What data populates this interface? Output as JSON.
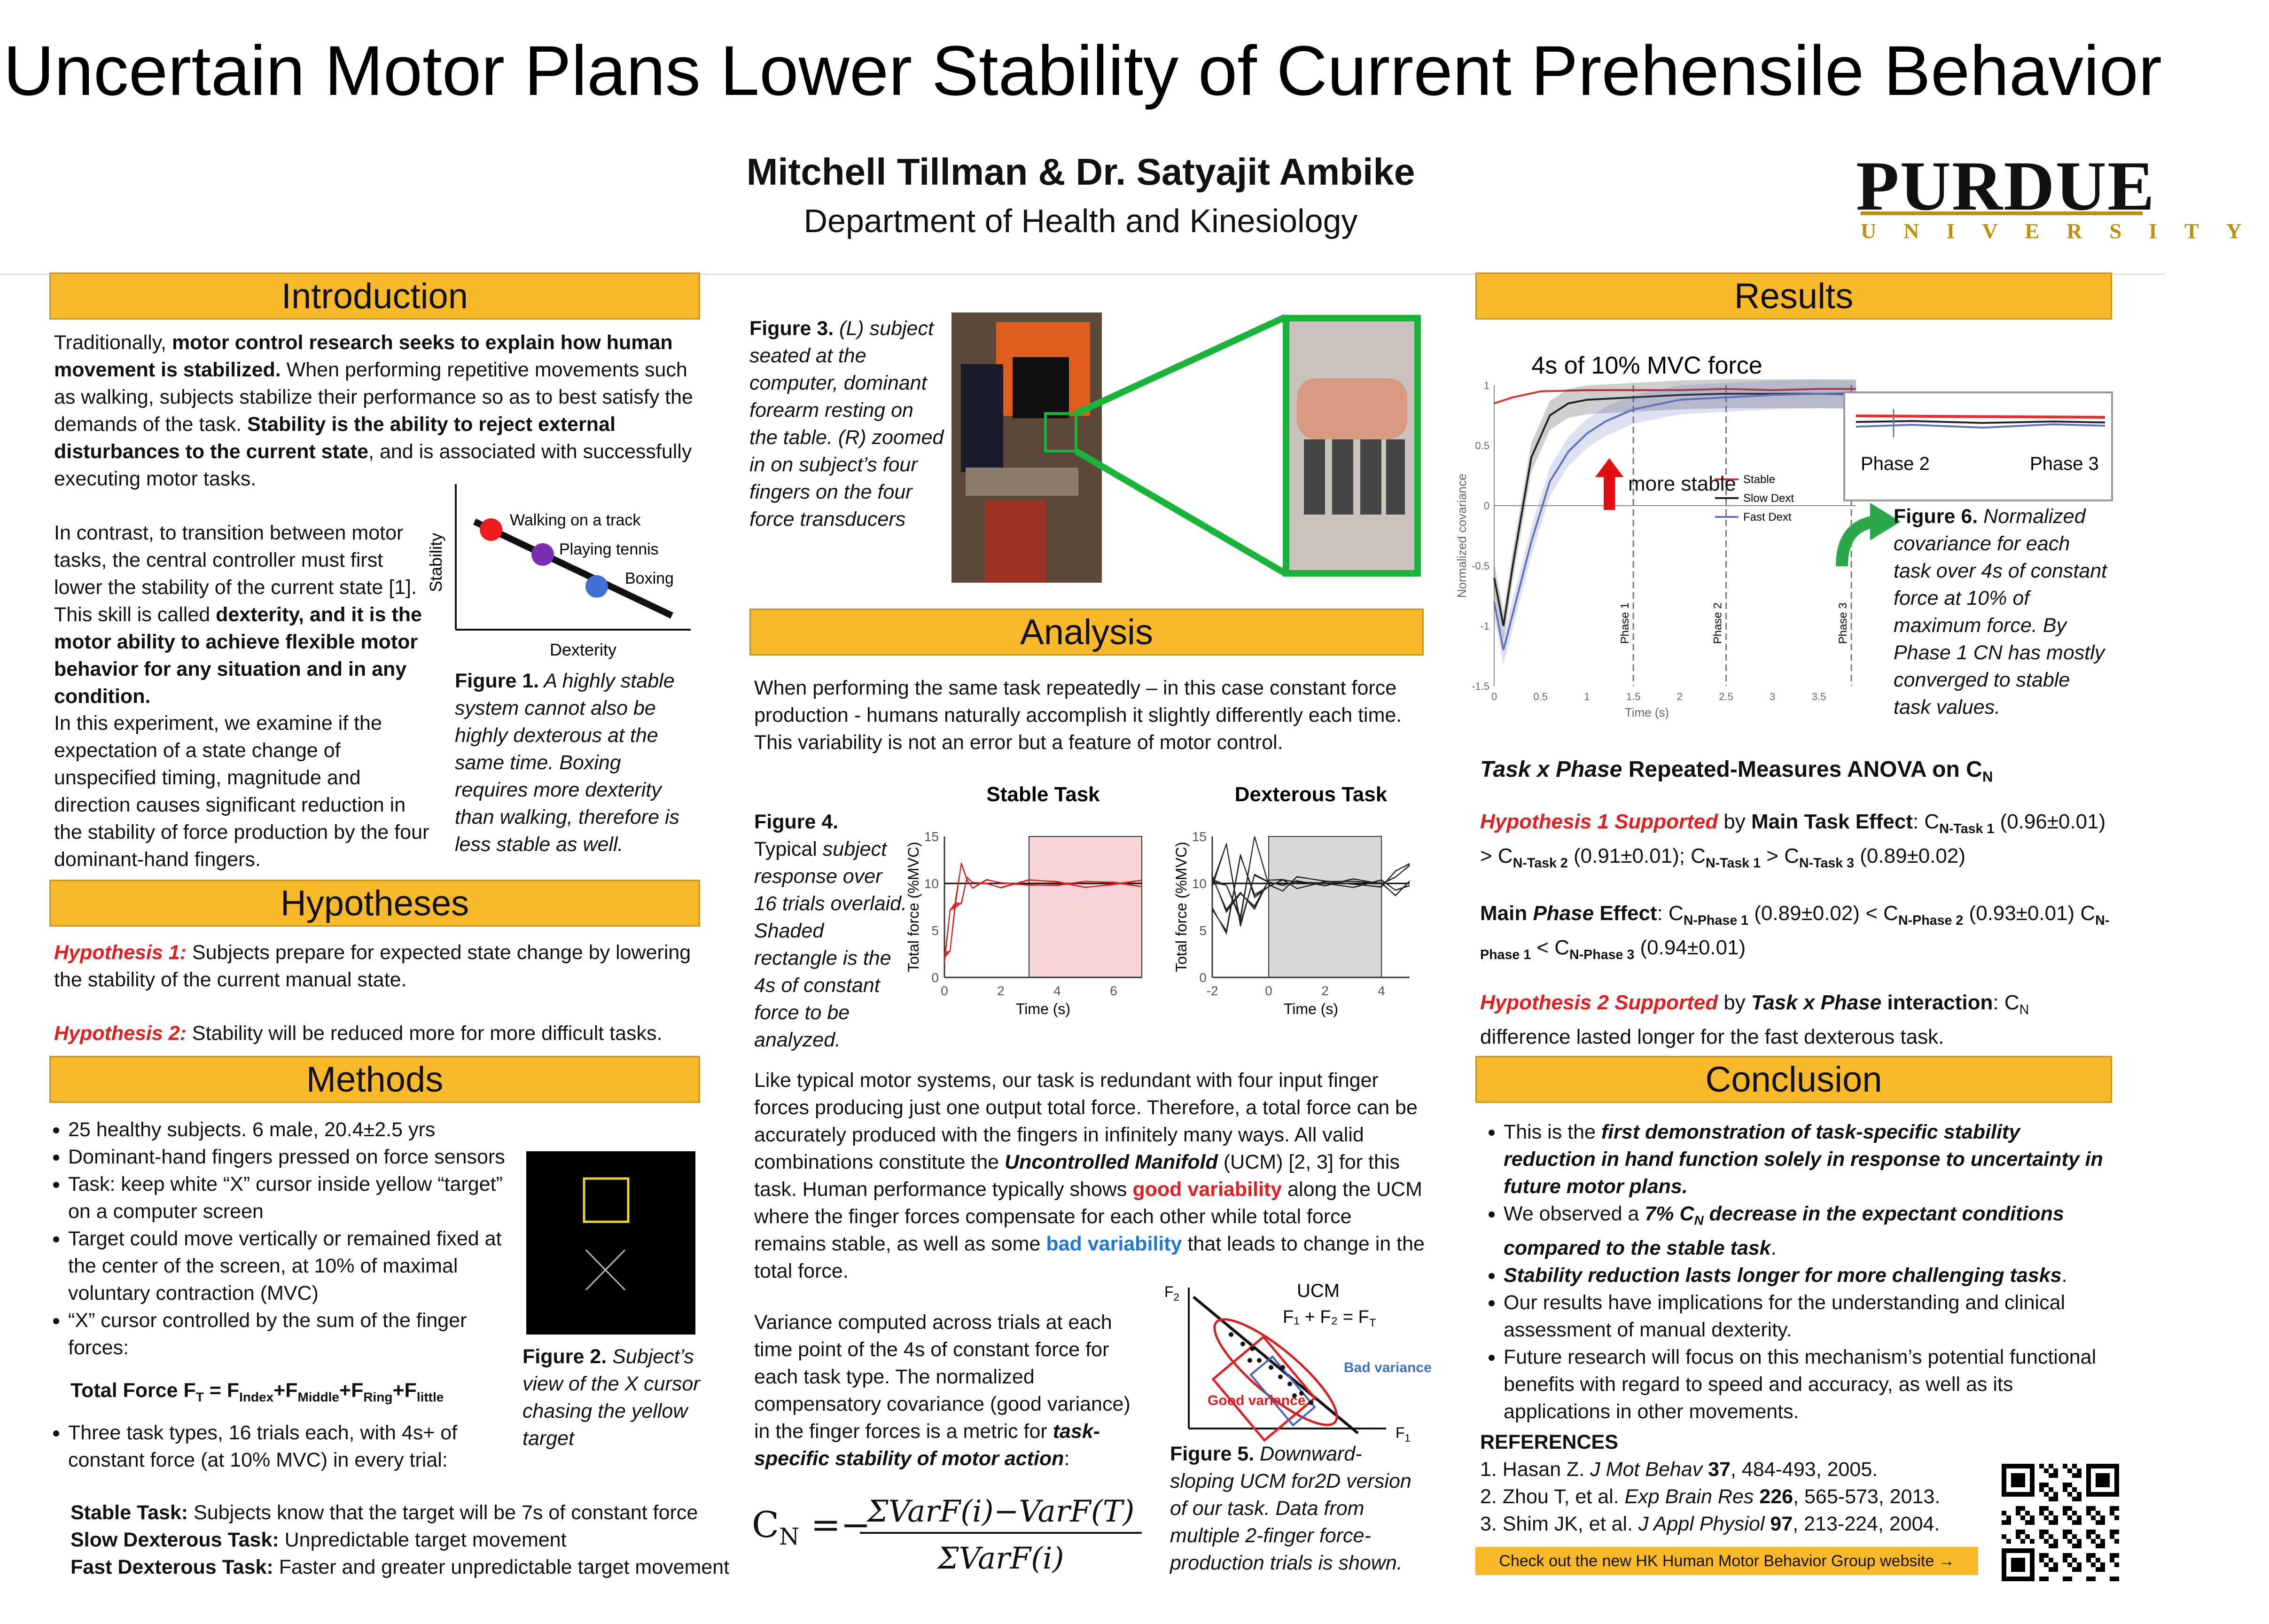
{
  "header": {
    "title": "Uncertain Motor Plans Lower Stability of Current Prehensile Behavior",
    "authors": "Mitchell Tillman & Dr. Satyajit Ambike",
    "department": "Department of Health and Kinesiology",
    "logo_main": "PURDUE",
    "logo_sub": "UNIVERSITY"
  },
  "sections": {
    "introduction": "Introduction",
    "hypotheses": "Hypotheses",
    "methods": "Methods",
    "analysis": "Analysis",
    "results": "Results",
    "conclusion": "Conclusion"
  },
  "intro": {
    "p1_a": "Traditionally, ",
    "p1_b": "motor control research seeks to explain how human movement is stabilized.",
    "p1_c": " When performing repetitive movements such as walking, subjects stabilize their performance so as to best satisfy the demands of the task. ",
    "p1_d": "Stability is the ability to reject external disturbances to the current state",
    "p1_e": ", and is associated with successfully executing motor tasks.",
    "p2_a": "In contrast, to transition between motor tasks, the central controller must first lower the stability of the current state [1]. This skill is called ",
    "p2_b": "dexterity, and it is the motor ability to achieve flexible motor behavior for any situation and in any condition.",
    "p3": "In this experiment, we examine if the expectation of a state change of unspecified timing, magnitude and direction causes significant reduction in the stability of force production by the four dominant-hand fingers.",
    "fig1_label": "Figure 1.",
    "fig1_text": " A highly stable system cannot also be highly dexterous at the same time. Boxing requires more dexterity than walking, therefore is less stable as well.",
    "fig1": {
      "ylabel": "Stability",
      "xlabel": "Dexterity",
      "points": [
        "Walking on a track",
        "Playing tennis",
        "Boxing"
      ],
      "colors": [
        "#ee1c1c",
        "#7a2fb5",
        "#3f6fd1"
      ]
    }
  },
  "hypotheses": {
    "h1_label": "Hypothesis 1:",
    "h1_text": " Subjects prepare for expected state change by lowering the stability of the current manual state.",
    "h2_label": "Hypothesis 2:",
    "h2_text": " Stability will be reduced more for more difficult tasks."
  },
  "methods": {
    "bullets": [
      "25 healthy subjects. 6 male, 20.4±2.5 yrs",
      "Dominant-hand fingers pressed on force sensors",
      "Task: keep white “X” cursor inside yellow “target” on a computer screen",
      "Target could move vertically or remained fixed at the center of the screen, at 10% of maximal voluntary contraction (MVC)",
      "“X” cursor controlled by the sum of the finger forces:"
    ],
    "total_force_label": "Total Force F",
    "total_force_sub_t": "T",
    "total_force_eq": " = F",
    "sub_index": "Index",
    "sub_middle": "Middle",
    "sub_ring": "Ring",
    "sub_little": "little",
    "plus": "+F",
    "bullet_last": "Three task types, 16 trials each, with 4s+ of constant force (at 10% MVC) in every trial:",
    "stable_label": "Stable Task:",
    "stable_text": " Subjects know that the target will be 7s of constant force",
    "slow_label": "Slow Dexterous Task:",
    "slow_text": " Unpredictable target movement",
    "fast_label": "Fast Dexterous Task:",
    "fast_text": " Faster and greater unpredictable target movement",
    "fig2_label": "Figure 2.",
    "fig2_text": " Subject’s view of the X cursor chasing the yellow target"
  },
  "fig3": {
    "label": "Figure 3.",
    "text": " (L) subject seated at the computer, dominant forearm resting on the table. (R) zoomed in on subject’s four fingers on the four force transducers"
  },
  "analysis": {
    "p1": "When performing the same task repeatedly – in this case constant force production - humans naturally accomplish it slightly differently each time. This variability is not an error but a feature of motor control.",
    "fig4_label": "Figure 4.",
    "fig4_text_a": "Typical ",
    "fig4_text_b": "subject response over 16 trials overlaid. Shaded rectangle is the 4s of constant force to be analyzed.",
    "p2_a": "Like typical motor systems, our task is redundant with four input finger forces producing just one output total force. Therefore, a total force can be accurately produced with the fingers in infinitely many ways. All valid combinations constitute the ",
    "p2_b": "Uncontrolled Manifold",
    "p2_c": " (UCM) [2, 3] for this task. Human performance typically shows ",
    "p2_d": "good variability",
    "p2_e": " along the UCM where the finger forces compensate for each other while total force remains stable, as well as some ",
    "p2_f": "bad variability",
    "p2_g": " that leads to change in the total force.",
    "p3_a": "Variance computed across trials at each time point of the 4s of constant force for each task type. The normalized compensatory covariance (good variance) in the finger forces is a metric for ",
    "p3_b": "task-specific stability of motor action",
    "p3_c": ":",
    "eq_lhs": "C",
    "eq_lhs_sub": "N",
    "eq_eq": " =−",
    "eq_num": "ΣVarF(i)−VarF(T)",
    "eq_den": "ΣVarF(i)",
    "fig5_label": "Figure 5.",
    "fig5_text": " Downward-sloping UCM for2D version of our task. Data from multiple 2-finger force-production trials is shown.",
    "fig5": {
      "ucm": "UCM",
      "eq": "F₁ + F₂ = F",
      "eq_sub": "T",
      "f2": "F",
      "f2_sub": "2",
      "f1": "F",
      "f1_sub": "1",
      "good": "Good variance",
      "bad": "Bad variance"
    }
  },
  "results": {
    "anova_a": "Task x Phase",
    "anova_b": " Repeated-Measures ANOVA on C",
    "anova_sub": "N",
    "h1_label": "Hypothesis 1 Supported",
    "h1_a": " by ",
    "h1_b": "Main Task Effect",
    "h1_line": ": C",
    "h1_s1": "N-Task 1",
    "h1_v1": " (0.96±0.01) > C",
    "h1_s2": "N-Task 2",
    "h1_v2": " (0.91±0.01); C",
    "h1_s3": "N-Task 1",
    "h1_v3": " > C",
    "h1_s4": "N-Task 3",
    "h1_v4": " (0.89±0.02)",
    "phase_a": "Main ",
    "phase_b": "Phase",
    "phase_c": " Effect",
    "phase_line": ": C",
    "p_s1": "N-Phase 1",
    "p_v1": " (0.89±0.02) < C",
    "p_s2": "N-Phase 2",
    "p_v2": " (0.93±0.01) C",
    "p_s3": "N-Phase 1",
    "p_v3": " < C",
    "p_s4": "N-Phase 3",
    "p_v4": " (0.94±0.01)",
    "h2_label": "Hypothesis 2 Supported",
    "h2_a": " by ",
    "h2_b": "Task x Phase",
    "h2_c": " interaction",
    "h2_d": ": C",
    "h2_sub": "N",
    "h2_e": " difference lasted longer for the fast dexterous task.",
    "fig6_label": "Figure 6.",
    "fig6_text": " Normalized covariance for each task over 4s of constant force at 10% of maximum force. By Phase 1 CN has mostly converged to stable task values.",
    "more_stable": "more stable",
    "phase2": "Phase 2",
    "phase3": "Phase 3"
  },
  "conclusion": {
    "b1_a": "This is the ",
    "b1_b": "first demonstration of task-specific stability reduction in hand function solely in response to uncertainty in future motor plans.",
    "b2_a": "We observed a ",
    "b2_b": "7% C",
    "b2_sub": "N",
    "b2_c": " decrease in the expectant conditions compared to the stable task",
    "b2_d": ".",
    "b3_a": "Stability reduction lasts longer for more challenging tasks",
    "b3_b": ".",
    "b4": "Our results have implications for the understanding and clinical assessment of manual dexterity.",
    "b5": "Future research will focus on this mechanism’s potential functional benefits with regard to speed and accuracy, as well as its applications in other movements.",
    "refs_title": "REFERENCES",
    "ref1_a": "1. Hasan Z. ",
    "ref1_j": "J Mot Behav",
    "ref1_v": " 37",
    "ref1_b": ", 484-493, 2005.",
    "ref2_a": "2. Zhou T, et al. ",
    "ref2_j": "Exp Brain Res",
    "ref2_v": " 226",
    "ref2_b": ", 565-573, 2013.",
    "ref3_a": "3. Shim JK, et al. ",
    "ref3_j": "J Appl Physiol",
    "ref3_v": " 97",
    "ref3_b": ", 213-224, 2004.",
    "link": "Check out the new HK Human Motor Behavior Group website →"
  },
  "chart_data": [
    {
      "type": "line",
      "title": "Stable Task",
      "xlabel": "Time (s)",
      "ylabel": "Total force (%MVC)",
      "xlim": [
        0,
        7
      ],
      "ylim": [
        0,
        15
      ],
      "xticks": [
        0,
        2,
        4,
        6
      ],
      "yticks": [
        0,
        5,
        10,
        15
      ],
      "shaded": [
        3,
        7
      ],
      "series": [
        {
          "x": [
            0,
            0.2,
            0.4,
            0.6,
            0.8,
            1.0,
            1.5,
            2,
            3,
            4,
            5,
            6,
            7
          ],
          "y": [
            2,
            5,
            8,
            10,
            10.5,
            9.8,
            10.2,
            9.8,
            10.1,
            10,
            9.9,
            10,
            10
          ]
        }
      ],
      "color": "#d42020"
    },
    {
      "type": "line",
      "title": "Dexterous Task",
      "xlabel": "Time (s)",
      "ylabel": "Total force (%MVC)",
      "xlim": [
        -2,
        5
      ],
      "ylim": [
        0,
        15
      ],
      "xticks": [
        -2,
        0,
        2,
        4
      ],
      "yticks": [
        0,
        5,
        10,
        15
      ],
      "shaded": [
        0,
        4
      ],
      "series": [
        {
          "x": [
            -2,
            -1.5,
            -1,
            -0.5,
            0,
            0.5,
            1,
            2,
            3,
            4,
            4.5,
            5
          ],
          "y": [
            10,
            12,
            6,
            13,
            10,
            9.5,
            10.5,
            10,
            10.2,
            9.8,
            11,
            12
          ]
        },
        {
          "x": [
            -2,
            -1.5,
            -1,
            -0.5,
            0,
            0.5,
            1,
            2,
            3,
            4,
            4.5,
            5
          ],
          "y": [
            9,
            6,
            11,
            8,
            10,
            10.4,
            9.8,
            10.1,
            9.9,
            10.2,
            9,
            10
          ]
        }
      ],
      "color": "#222222"
    },
    {
      "type": "line",
      "title": "4s of 10% MVC force",
      "xlabel": "Time (s)",
      "ylabel": "Normalized covariance",
      "xlim": [
        0,
        3.9
      ],
      "ylim": [
        -1.5,
        1
      ],
      "xticks": [
        0,
        0.5,
        1,
        1.5,
        2,
        2.5,
        3,
        3.5
      ],
      "yticks": [
        -1.5,
        -1,
        -0.5,
        0,
        0.5,
        1
      ],
      "phases": [
        {
          "x": 1.5,
          "label": "Phase 1"
        },
        {
          "x": 2.5,
          "label": "Phase 2"
        },
        {
          "x": 3.85,
          "label": "Phase 3"
        }
      ],
      "series": [
        {
          "name": "Stable",
          "color": "#e03030",
          "x": [
            0,
            0.2,
            0.5,
            1,
            1.5,
            2,
            2.5,
            3,
            3.5,
            3.9
          ],
          "y": [
            0.85,
            0.9,
            0.95,
            0.96,
            0.96,
            0.96,
            0.97,
            0.96,
            0.97,
            0.97
          ]
        },
        {
          "name": "Slow Dext",
          "color": "#222222",
          "x": [
            0,
            0.1,
            0.2,
            0.4,
            0.6,
            0.8,
            1,
            1.5,
            2,
            2.5,
            3,
            3.5,
            3.9
          ],
          "y": [
            -0.6,
            -1.0,
            -0.5,
            0.4,
            0.75,
            0.85,
            0.88,
            0.9,
            0.92,
            0.93,
            0.93,
            0.93,
            0.93
          ]
        },
        {
          "name": "Fast Dext",
          "color": "#6070c0",
          "x": [
            0,
            0.1,
            0.2,
            0.4,
            0.6,
            0.8,
            1,
            1.2,
            1.5,
            2,
            2.5,
            3,
            3.5,
            3.9
          ],
          "y": [
            -0.8,
            -1.2,
            -0.9,
            -0.3,
            0.2,
            0.45,
            0.6,
            0.7,
            0.8,
            0.88,
            0.9,
            0.92,
            0.93,
            0.92
          ]
        }
      ]
    }
  ]
}
